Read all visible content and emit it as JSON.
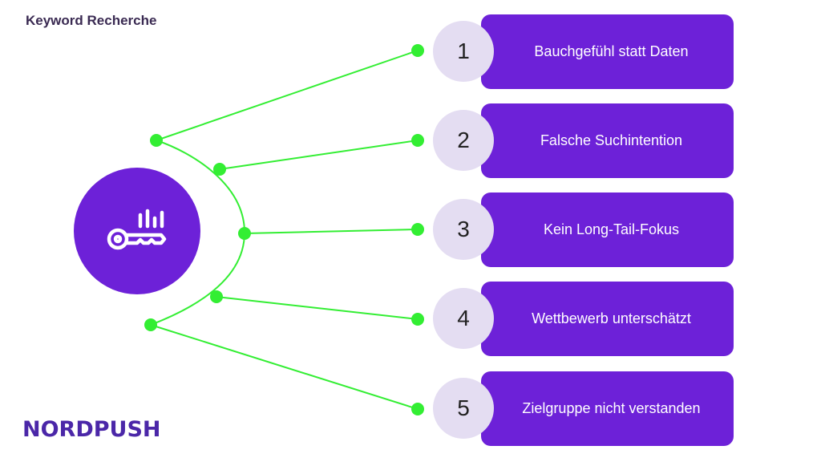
{
  "header": {
    "title": "Keyword Recherche"
  },
  "hub": {
    "icon": "key-analytics-icon"
  },
  "items": [
    {
      "number": "1",
      "label": "Bauchgefühl statt Daten"
    },
    {
      "number": "2",
      "label": "Falsche Suchintention"
    },
    {
      "number": "3",
      "label": "Kein Long-Tail-Fokus"
    },
    {
      "number": "4",
      "label": "Wettbewerb unterschätzt"
    },
    {
      "number": "5",
      "label": "Zielgruppe nicht verstanden"
    }
  ],
  "footer": {
    "logo_text": "NORDPUSH"
  },
  "colors": {
    "accent": "#6d21d8",
    "number_bg": "#e4ddf2",
    "connector": "#33ee33",
    "title": "#3a2a52",
    "logo": "#4b27a8"
  }
}
